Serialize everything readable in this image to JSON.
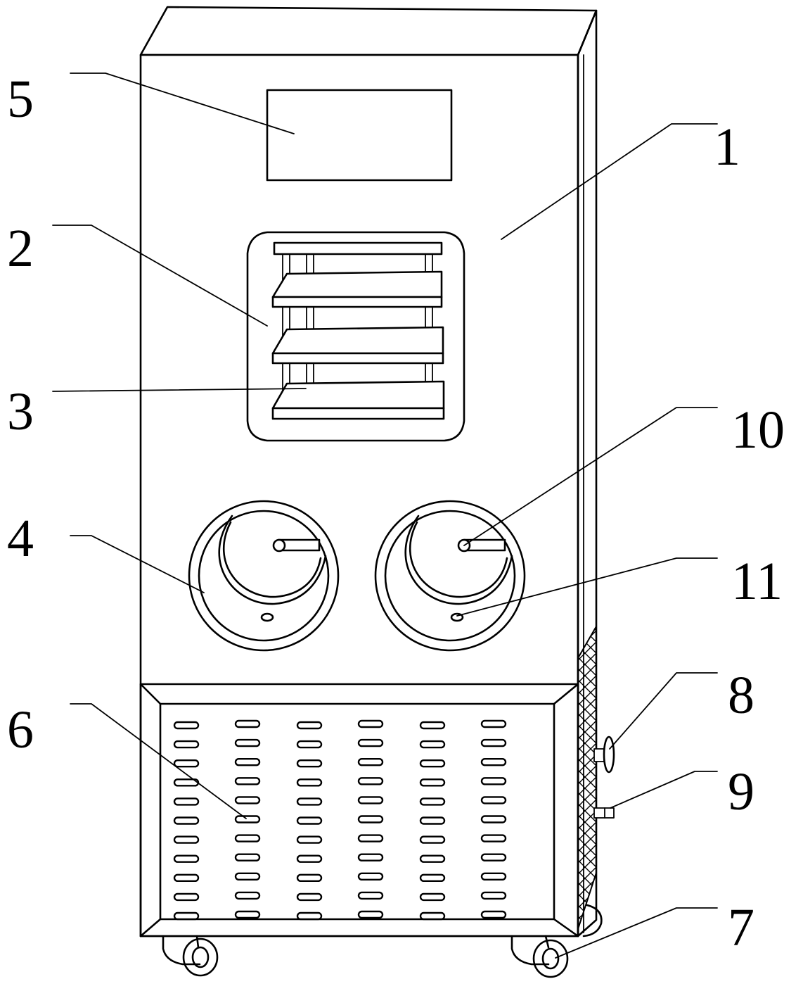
{
  "labels": {
    "l1": "1",
    "l2": "2",
    "l3": "3",
    "l4": "4",
    "l5": "5",
    "l6": "6",
    "l7": "7",
    "l8": "8",
    "l9": "9",
    "l10": "10",
    "l11": "11"
  },
  "colors": {
    "line": "#000000",
    "background": "#ffffff"
  }
}
